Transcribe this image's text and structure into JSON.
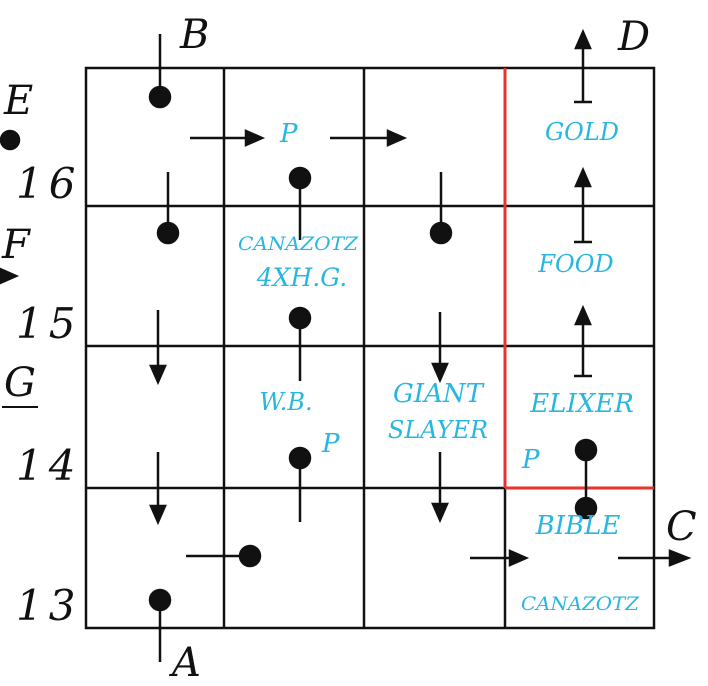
{
  "colors": {
    "ink": "#111111",
    "text_accent": "#29b6e0",
    "path_highlight": "#e8322c",
    "background": "#ffffff"
  },
  "corner_labels": {
    "a": "A",
    "b": "B",
    "c": "C",
    "d": "D",
    "e": "E",
    "f": "F",
    "g": "G"
  },
  "row_numbers": {
    "r16": "16",
    "r15": "15",
    "r14": "14",
    "r13": "13"
  },
  "cell_texts": {
    "p_top": "P",
    "gold": "GOLD",
    "canazotz_top": "CANAZOTZ",
    "four_xhg": "4XH.G.",
    "food": "FOOD",
    "wb": "W.B.",
    "p_mid": "P",
    "giant": "GIANT",
    "slayer": "SLAYER",
    "elixer": "ELIXER",
    "p_right": "P",
    "bible": "BIBLE",
    "canazotz_bottom": "CANAZOTZ"
  }
}
